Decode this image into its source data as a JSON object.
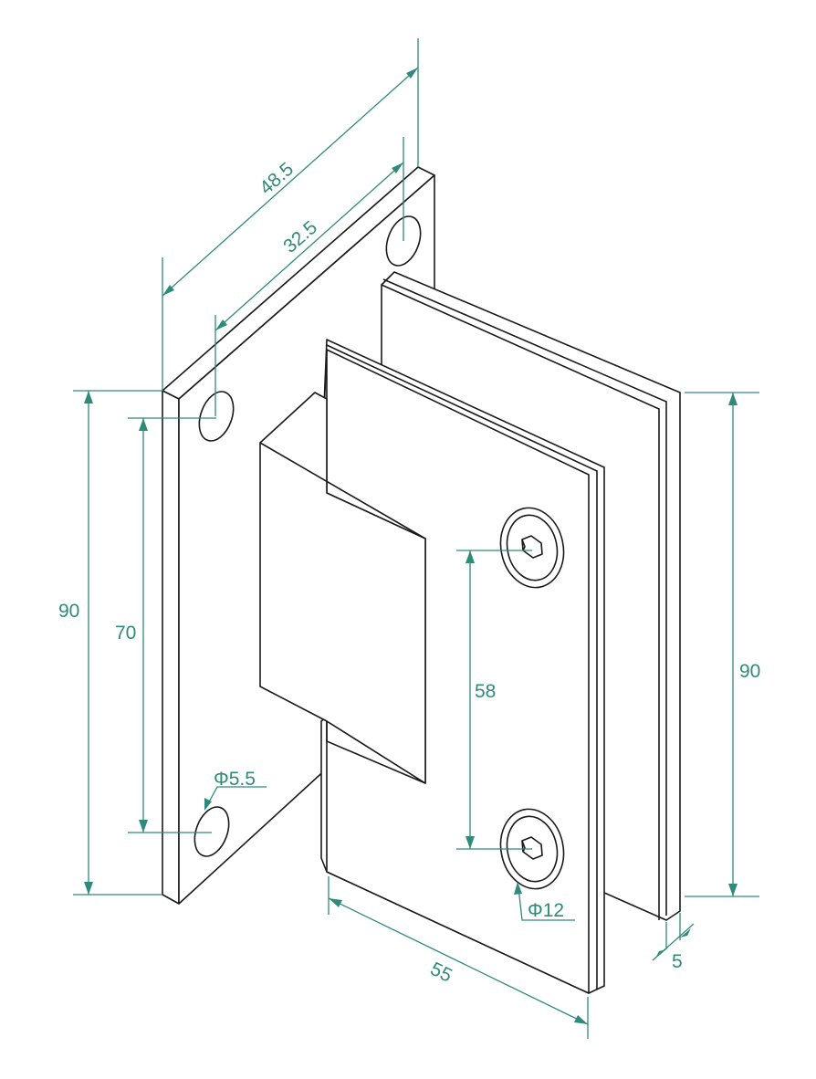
{
  "title": "Glass shower hinge wall-to-glass dimension drawing",
  "colors": {
    "dimension": "#2e8b7a",
    "outline": "#1a1a1a"
  },
  "dimensions": {
    "plate_width": "48.5",
    "hole_spacing_horizontal": "32.5",
    "plate_height_left": "90",
    "hole_spacing_vertical": "70",
    "hole_diameter": "Φ5.5",
    "screw_spacing": "58",
    "clamp_height_right": "90",
    "screw_diameter": "Φ12",
    "glass_gap": "5",
    "clamp_width": "55"
  }
}
